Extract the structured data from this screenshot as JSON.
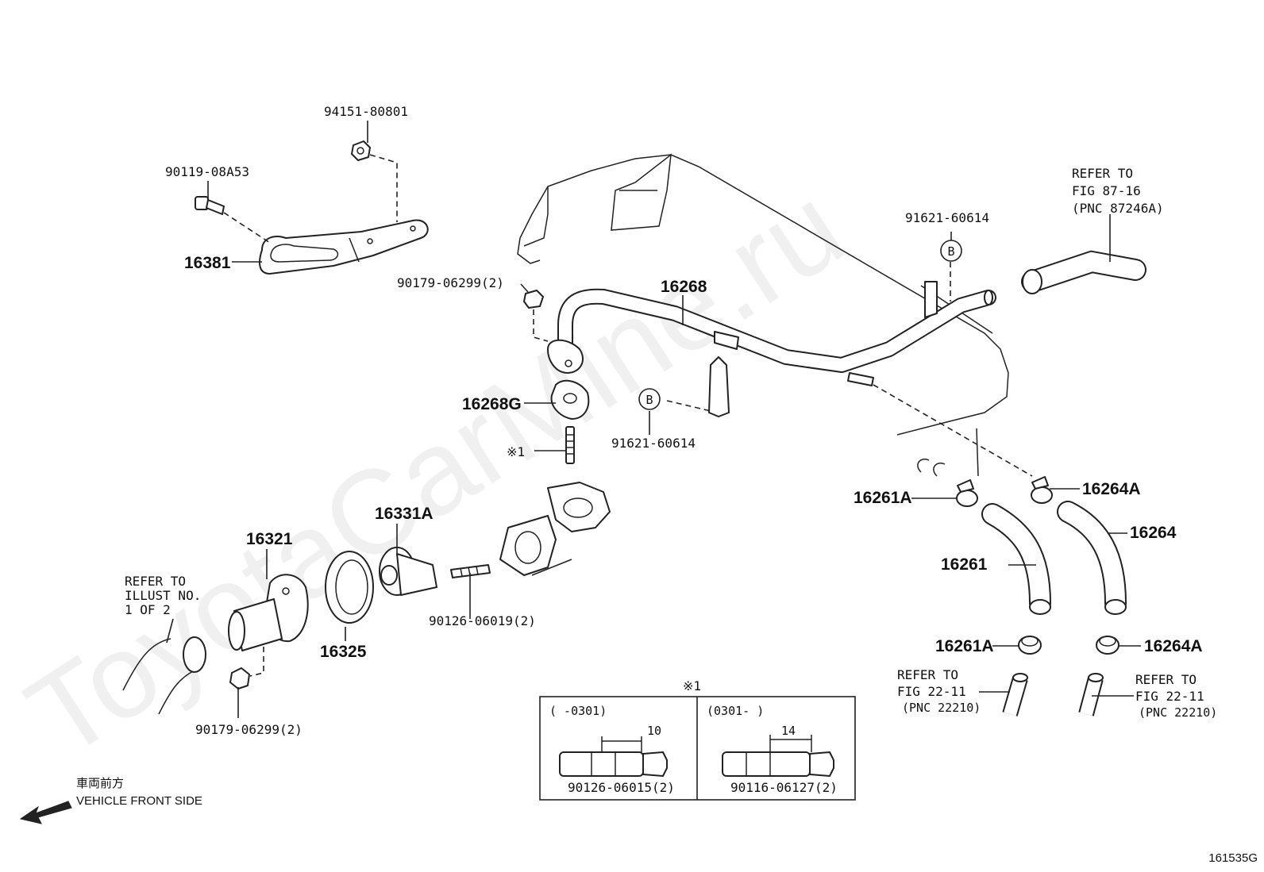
{
  "watermark": "ToyotaCarMine.ru",
  "figure_id": "161535G",
  "labels": {
    "p94151": "94151-80801",
    "p90119": "90119-08A53",
    "p16381": "16381",
    "p90179a": "90179-06299(2)",
    "p16268": "16268",
    "p16268g": "16268G",
    "p91621a": "91621-60614",
    "p91621b": "91621-60614",
    "note1": "※1",
    "p16331a": "16331A",
    "p16321": "16321",
    "p16325": "16325",
    "p90126": "90126-06019(2)",
    "p90179b": "90179-06299(2)",
    "p16261a_top": "16261A",
    "p16264a_top": "16264A",
    "p16264": "16264",
    "p16261": "16261",
    "p16261a_bot": "16261A",
    "p16264a_bot": "16264A"
  },
  "markers": {
    "b_top": "B",
    "b_mid": "B"
  },
  "refs": {
    "top_right": [
      "REFER TO",
      "FIG 87-16",
      "(PNC 87246A)"
    ],
    "left": [
      "REFER TO",
      "ILLUST NO.",
      "1 OF 2"
    ],
    "bottom_left": [
      "REFER TO",
      "FIG 22-11",
      "(PNC 22210)"
    ],
    "bottom_right": [
      "REFER TO",
      "FIG 22-11",
      "(PNC 22210)"
    ]
  },
  "inset": {
    "title": "※1",
    "left": {
      "range": "(     -0301)",
      "dim": "10",
      "part": "90126-06015(2)"
    },
    "right": {
      "range": "(0301-     )",
      "dim": "14",
      "part": "90116-06127(2)"
    }
  },
  "direction": {
    "jp": "車両前方",
    "en": "VEHICLE FRONT SIDE"
  }
}
